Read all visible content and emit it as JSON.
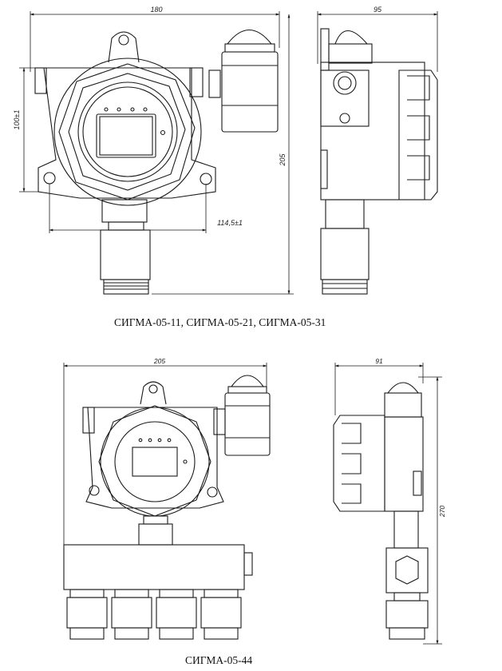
{
  "captions": {
    "top_models": "СИГМА-05-11, СИГМА-05-21, СИГМА-05-31",
    "bottom_model": "СИГМА-05-44"
  },
  "dimensions": {
    "top_front_width": "180",
    "top_side_depth": "95",
    "top_mount_spacing": "100±1",
    "top_height": "205",
    "top_lower_width": "114,5±1",
    "bottom_front_width": "205",
    "bottom_side_depth": "91",
    "bottom_height": "270"
  },
  "colors": {
    "line": "#1a1a1a",
    "background": "#ffffff"
  }
}
